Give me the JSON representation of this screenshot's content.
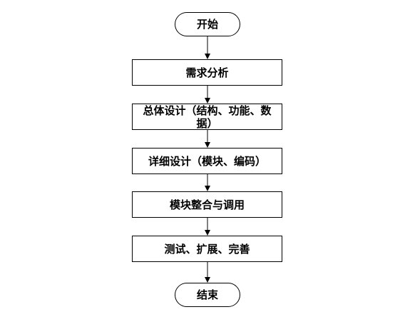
{
  "flowchart": {
    "start": "开始",
    "steps": [
      "需求分析",
      "总体设计（结构、功能、数据）",
      "详细设计（模块、编码）",
      "模块整合与调用",
      "测试、扩展、完善"
    ],
    "end": "结束"
  },
  "colors": {
    "stroke": "#000000",
    "fill": "#ffffff",
    "text": "#000000"
  }
}
